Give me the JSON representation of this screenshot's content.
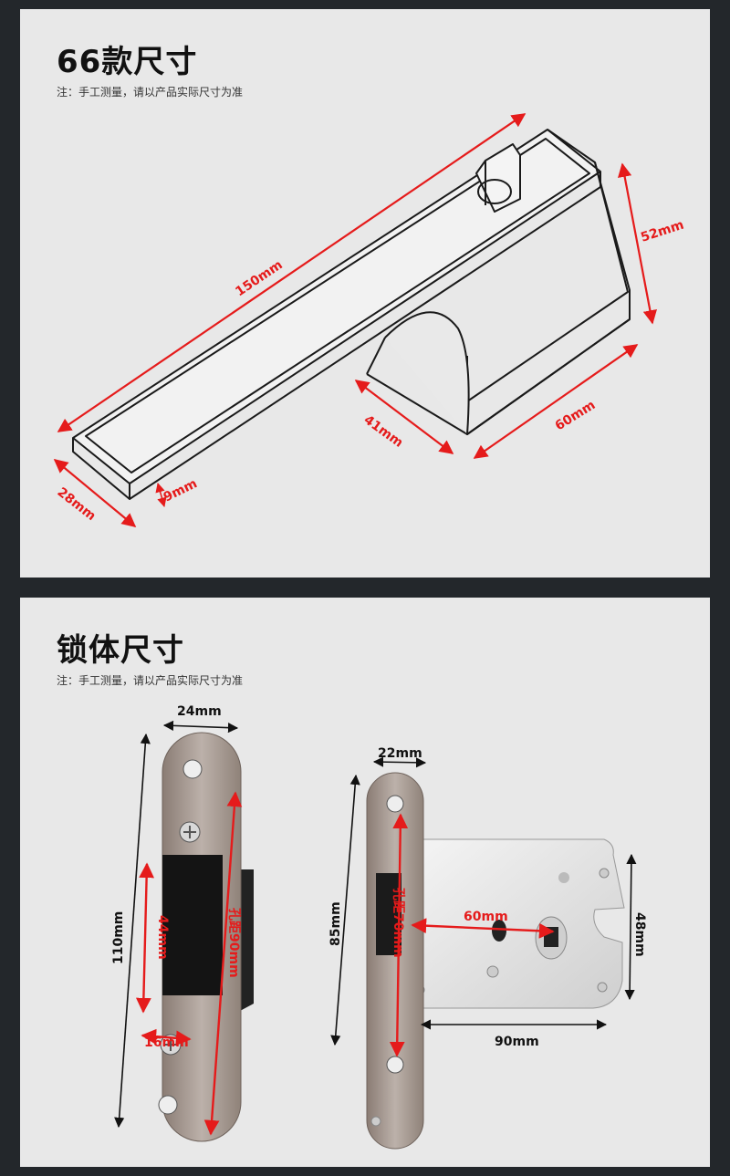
{
  "sections": [
    {
      "title": "66款尺寸",
      "note": "注：手工测量，请以产品实际尺寸为准",
      "dimensions": {
        "length": "150mm",
        "height": "52mm",
        "base": "60mm",
        "neck": "41mm",
        "width": "28mm",
        "thickness": "9mm"
      }
    },
    {
      "title": "锁体尺寸",
      "note": "注：手工测量，请以产品实际尺寸为准",
      "dimensions": {
        "strike_width": "24mm",
        "strike_height": "110mm",
        "pocket_height": "44mm",
        "hole_spacing_strike": "孔距90mm",
        "pocket_width": "16mm",
        "face_width": "22mm",
        "face_height": "85mm",
        "hole_spacing_lock": "孔距70mm",
        "backset": "60mm",
        "case_width": "90mm",
        "case_height": "48mm"
      }
    }
  ],
  "colors": {
    "arrow_red": "#e51b1b",
    "arrow_black": "#111111",
    "panel_bg": "#e8e8e8",
    "page_bg": "#23272b"
  }
}
